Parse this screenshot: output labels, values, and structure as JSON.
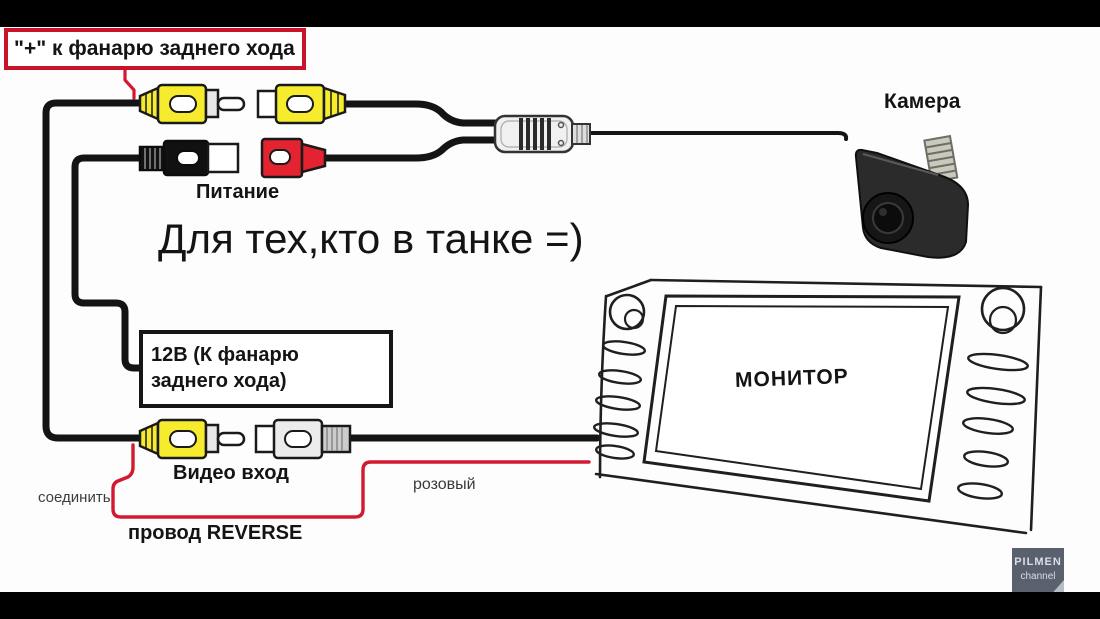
{
  "scene": {
    "plus_box_label": "\"+\" к фанарю заднего хода",
    "power_label": "Питание",
    "note_text": "Для тех,кто в танке =)",
    "v12_box_label": "12В (К фанарю заднего хода)",
    "video_input_label": "Видео вход",
    "connect_label": "соединить",
    "reverse_label": "провод REVERSE",
    "pink_label": "розовый",
    "camera_label": "Камера",
    "monitor_label": "МОНИТОР"
  },
  "watermark": {
    "title": "PILMEN",
    "subtitle": "channel"
  },
  "colors": {
    "background": "#fdfdfd",
    "letterbox": "#000000",
    "cable_black": "#141414",
    "wire_red": "#d31930",
    "box_border_red": "#c81428",
    "connector_yellow": "#f6ec2d",
    "connector_red": "#e32330",
    "connector_gray": "#ececec"
  }
}
